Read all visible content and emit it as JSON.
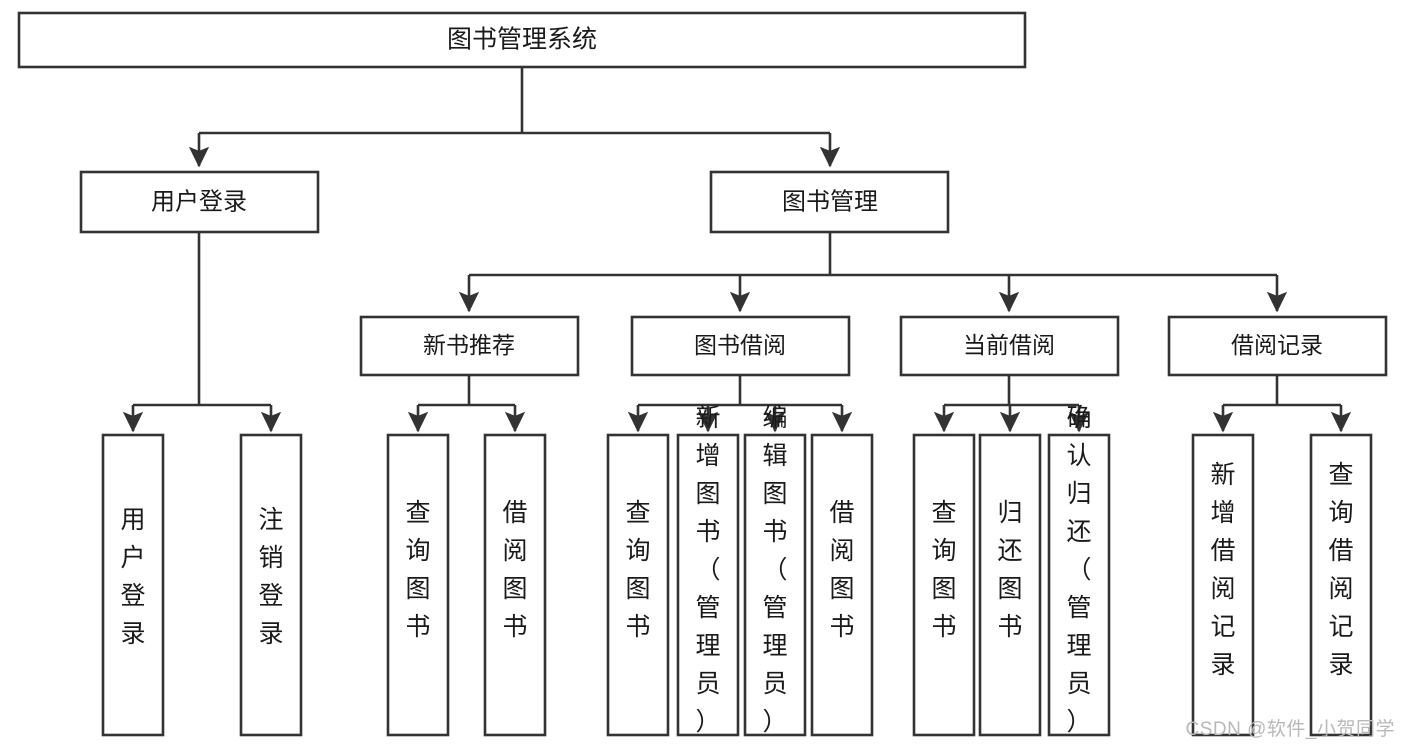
{
  "diagram": {
    "title": "图书管理系统",
    "type": "tree",
    "orientation": "top-down",
    "watermark": "CSDN @软件_小贺同学",
    "colors": {
      "box_fill": "#ffffff",
      "box_stroke": "#333333",
      "text": "#1a1a1a",
      "watermark": "#b9b9b9",
      "background": "#ffffff"
    },
    "root": {
      "id": "root",
      "label": "图书管理系统"
    },
    "level2": [
      {
        "id": "user-login",
        "label": "用户登录"
      },
      {
        "id": "book-manage",
        "label": "图书管理"
      }
    ],
    "level3": [
      {
        "id": "new-book-recommend",
        "label": "新书推荐",
        "parent": "book-manage"
      },
      {
        "id": "book-borrow",
        "label": "图书借阅",
        "parent": "book-manage"
      },
      {
        "id": "current-borrow",
        "label": "当前借阅",
        "parent": "book-manage"
      },
      {
        "id": "borrow-record",
        "label": "借阅记录",
        "parent": "book-manage"
      }
    ],
    "leaves": {
      "user-login": [
        {
          "id": "leaf-user-login",
          "label": "用户登录"
        },
        {
          "id": "leaf-logout",
          "label": "注销登录"
        }
      ],
      "new-book-recommend": [
        {
          "id": "leaf-query-book-1",
          "label": "查询图书"
        },
        {
          "id": "leaf-borrow-book-1",
          "label": "借阅图书"
        }
      ],
      "book-borrow": [
        {
          "id": "leaf-query-book-2",
          "label": "查询图书"
        },
        {
          "id": "leaf-add-book",
          "label": "新增图书（管理员）"
        },
        {
          "id": "leaf-edit-book",
          "label": "编辑图书（管理员）"
        },
        {
          "id": "leaf-borrow-book-2",
          "label": "借阅图书"
        }
      ],
      "current-borrow": [
        {
          "id": "leaf-query-book-3",
          "label": "查询图书"
        },
        {
          "id": "leaf-return-book",
          "label": "归还图书"
        },
        {
          "id": "leaf-confirm-return",
          "label": "确认归还（管理员）"
        }
      ],
      "borrow-record": [
        {
          "id": "leaf-add-record",
          "label": "新增借阅记录"
        },
        {
          "id": "leaf-query-record",
          "label": "查询借阅记录"
        }
      ]
    }
  }
}
